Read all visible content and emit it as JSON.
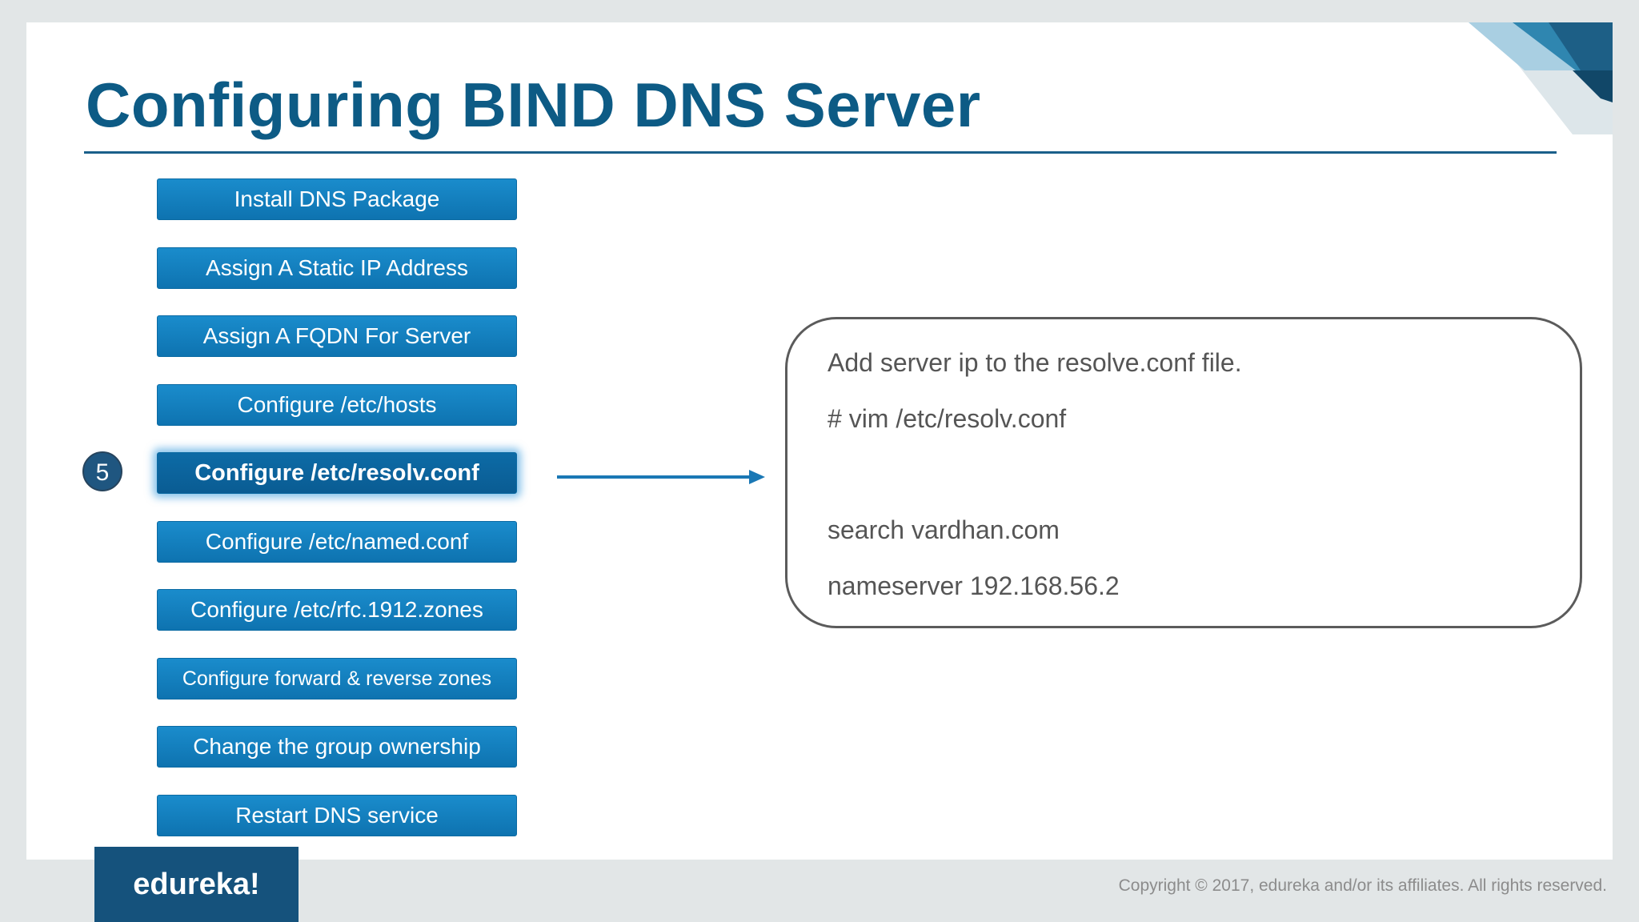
{
  "title": "Configuring BIND DNS Server",
  "steps": [
    {
      "label": "Install DNS Package"
    },
    {
      "label": "Assign A Static IP Address"
    },
    {
      "label": "Assign A FQDN For Server"
    },
    {
      "label": "Configure /etc/hosts"
    },
    {
      "label": "Configure /etc/resolv.conf"
    },
    {
      "label": "Configure /etc/named.conf"
    },
    {
      "label": "Configure /etc/rfc.1912.zones"
    },
    {
      "label": "Configure forward & reverse zones"
    },
    {
      "label": "Change the group ownership"
    },
    {
      "label": "Restart DNS service"
    }
  ],
  "active_step": {
    "number": "5"
  },
  "info": {
    "line1": "Add server ip to the resolve.conf file.",
    "line2": "# vim /etc/resolv.conf",
    "line3": "search vardhan.com",
    "line4": "nameserver 192.168.56.2"
  },
  "footer": {
    "logo": "edureka!",
    "copyright": "Copyright © 2017, edureka and/or its affiliates. All rights reserved."
  },
  "colors": {
    "title": "#0d5b85",
    "step_button": "#1182c2",
    "step_active": "#0a5c93",
    "logo_bg": "#15527c",
    "arrow": "#1a78b5"
  }
}
